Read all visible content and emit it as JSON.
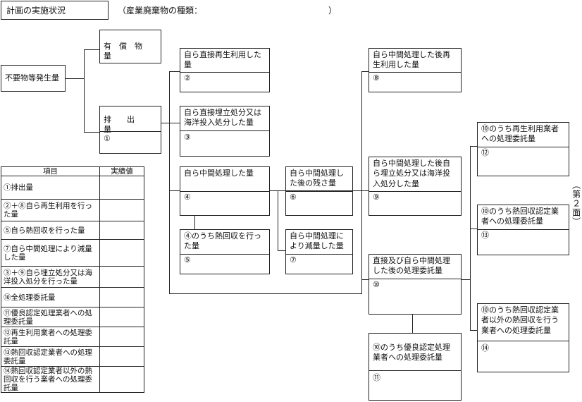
{
  "header": {
    "title": "計画の実施状況",
    "waste_type_label": "（産業廃棄物の種類：",
    "waste_type_close": "）"
  },
  "left": {
    "generation": "不要物等発生量",
    "paid_amount": "有　償　物　量",
    "emission": "排　　出　　量",
    "emission_num": "①"
  },
  "flow": {
    "self_reuse": {
      "title": "自ら直接再生利用した\n量",
      "num": "②"
    },
    "self_landfill": {
      "title": "自ら直接埋立処分又は\n海洋投入処分した量",
      "num": "③"
    },
    "self_intermediate": {
      "title": "自ら中間処理した量",
      "num": "④"
    },
    "heat_recovery": {
      "title": "④のうち熱回収を行っ\nた量",
      "num": "⑤"
    },
    "residue": {
      "title": "自ら中間処理し\nた後の残さ量",
      "num": "⑥"
    },
    "reduction": {
      "title": "自ら中間処理に\nより減量した量",
      "num": "⑦"
    },
    "after_reuse": {
      "title": "自ら中間処理した後再\n生利用した量",
      "num": "⑧"
    },
    "after_landfill": {
      "title": "自ら中間処理した後自\nら埋立処分又は海洋投\n入処分した量",
      "num": "⑨"
    },
    "entrusted": {
      "title": "直接及び自ら中間処理\nした後の処理委託量",
      "num": "⑩"
    },
    "excellent": {
      "title": "⑩のうち優良認定処理\n業者への処理委託量",
      "num": "⑪"
    },
    "recycler": {
      "title": "⑩のうち再生利用業者\nへの処理委託量",
      "num": "⑫"
    },
    "heat_certified": {
      "title": "⑩のうち熱回収認定業\n者への処理委託量",
      "num": "⑬"
    },
    "heat_other": {
      "title": "⑩のうち熱回収認定業\n者以外の熱回収を行う\n業者への処理委託量",
      "num": "⑭"
    }
  },
  "summary": {
    "headers": [
      "項目",
      "実績値"
    ],
    "rows": [
      "①排出量",
      "②＋⑧自ら再生利用を行った量",
      "⑤自ら熱回収を行った量",
      "⑦自ら中間処理により減量した量",
      "③＋⑨自ら埋立処分又は海洋投入処分を行った量",
      "⑩全処理委託量",
      "⑪優良認定処理業者への処理委託量",
      "⑫再生利用業者への処理委託量",
      "⑬熱回収認定業者への処理委託量",
      "⑭熱回収認定業者以外の熱回収を行う業者への処理委託量"
    ]
  },
  "side_label": "（第２面）"
}
